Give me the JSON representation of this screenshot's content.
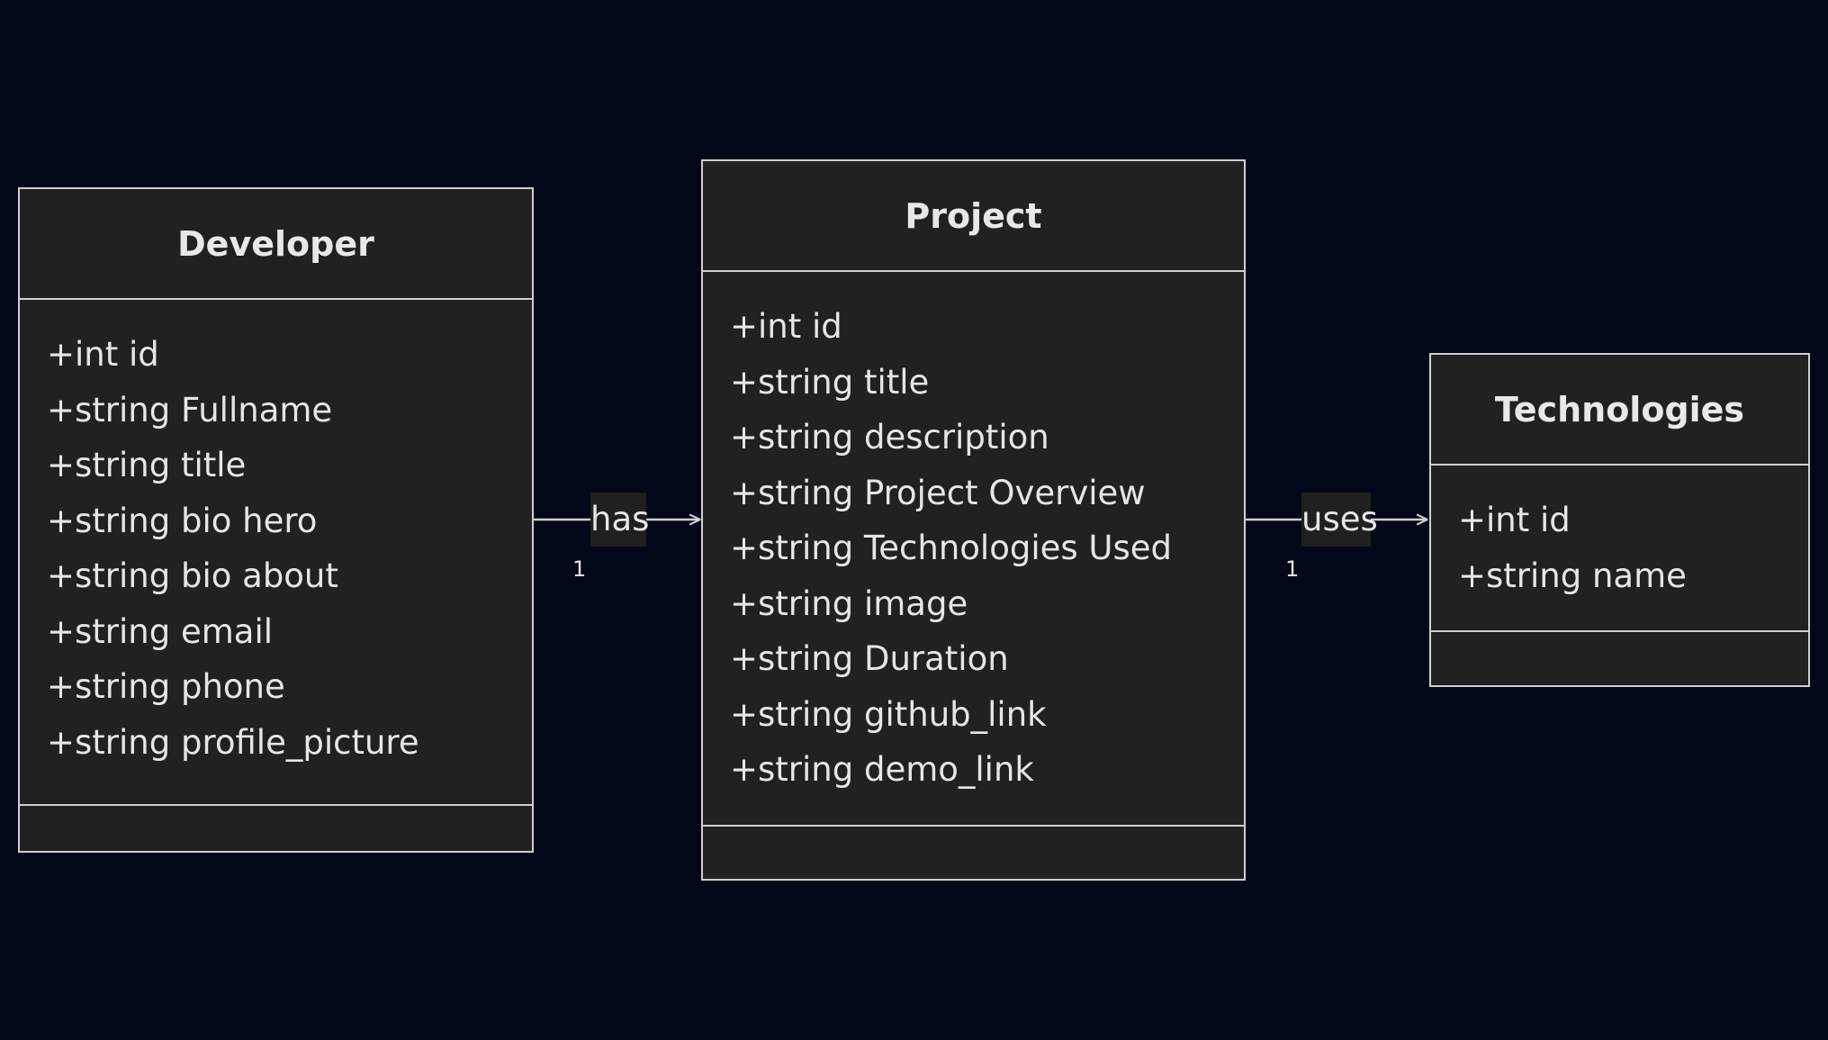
{
  "diagram": {
    "classes": [
      {
        "name": "Developer",
        "attributes": [
          "+int id",
          "+string Fullname",
          "+string title",
          "+string bio hero",
          "+string bio about",
          "+string email",
          "+string phone",
          "+string profile_picture"
        ]
      },
      {
        "name": "Project",
        "attributes": [
          "+int id",
          "+string title",
          "+string description",
          "+string Project Overview",
          "+string Technologies Used",
          "+string image",
          "+string Duration",
          "+string github_link",
          "+string demo_link"
        ]
      },
      {
        "name": "Technologies",
        "attributes": [
          "+int id",
          "+string name"
        ]
      }
    ],
    "relations": [
      {
        "from": "Developer",
        "to": "Project",
        "label": "has",
        "multiplicity": "1"
      },
      {
        "from": "Project",
        "to": "Technologies",
        "label": "uses",
        "multiplicity": "1"
      }
    ],
    "colors": {
      "background": "#020818",
      "box_fill": "#212121",
      "stroke": "#cfcfcf",
      "text": "#e6e6e6"
    }
  }
}
